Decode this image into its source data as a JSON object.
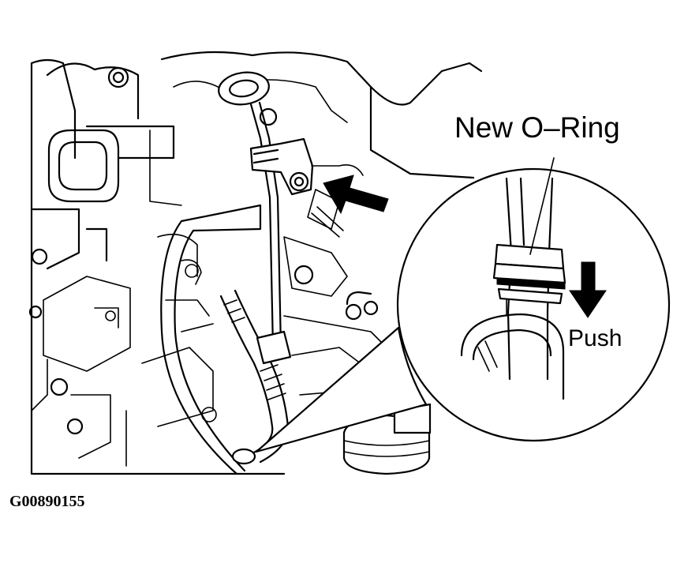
{
  "labels": {
    "new_oring": "New O–Ring",
    "push": "Push",
    "figure_code": "G00890155"
  },
  "colors": {
    "ink": "#000000",
    "background": "#ffffff"
  }
}
